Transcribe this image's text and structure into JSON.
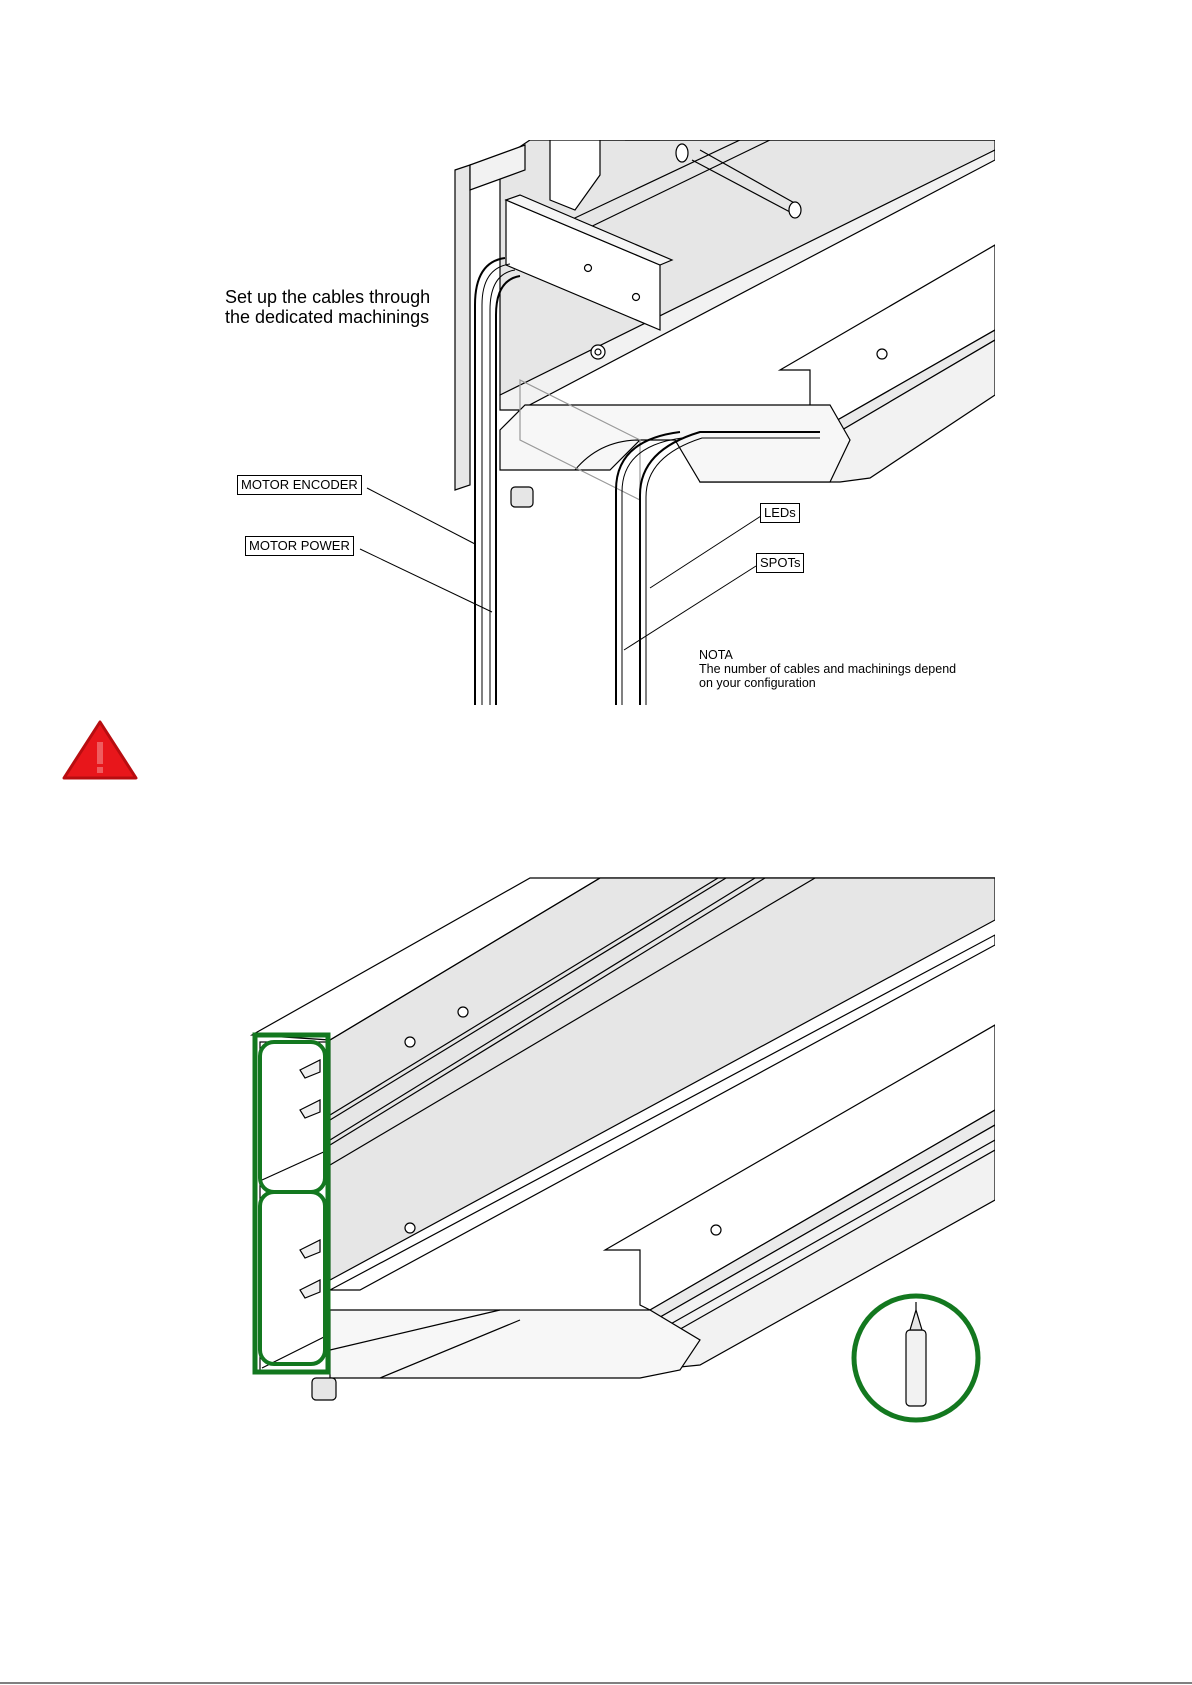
{
  "instruction": {
    "line1": "Set up the cables through",
    "line2": "the dedicated machinings"
  },
  "callouts": {
    "motor_encoder": "MOTOR ENCODER",
    "motor_power": "MOTOR POWER",
    "leds": "LEDs",
    "spots": "SPOTs"
  },
  "note": {
    "title": "NOTA",
    "line1": "The number of cables and machinings depend",
    "line2": "on your configuration"
  },
  "colors": {
    "warning": "#e8161b",
    "highlight": "#13781f",
    "fill": "#e6e6e6"
  },
  "icons": [
    "warning-triangle-icon",
    "sealant-tube-icon"
  ]
}
